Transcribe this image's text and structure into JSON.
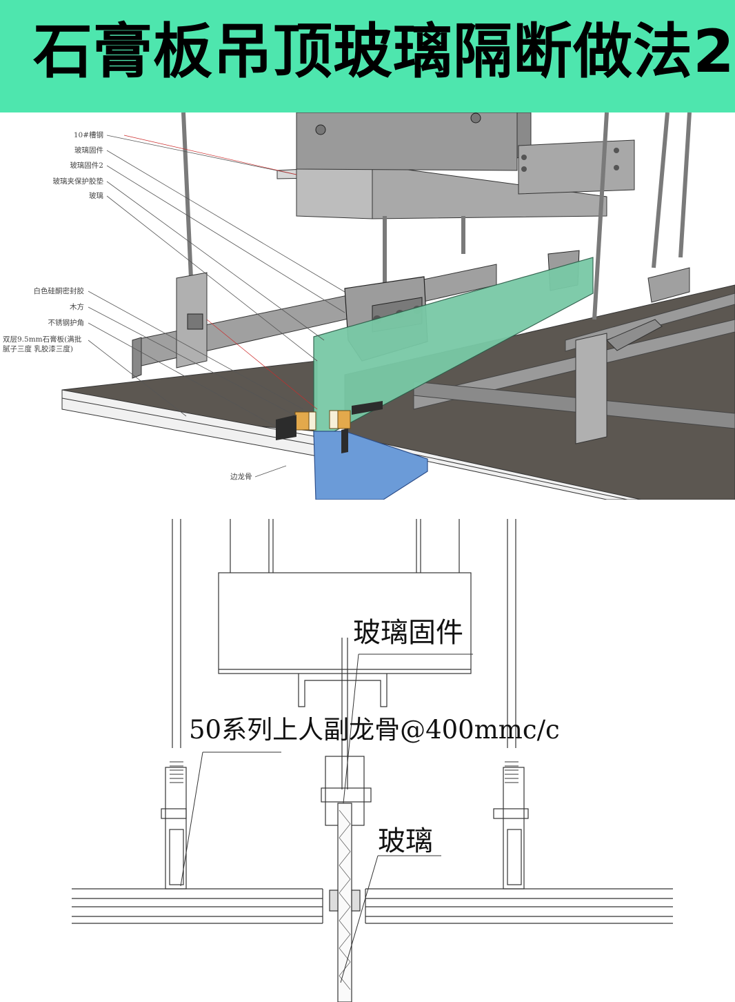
{
  "title": "石膏板吊顶玻璃隔断做法2",
  "iso_labels": {
    "channel_steel": "10#槽钢",
    "glass_fixing": "玻璃固件",
    "glass_fixing2": "玻璃固件2",
    "glass_clamp_pad": "玻璃夹保护胶垫",
    "glass": "玻璃",
    "sealant": "白色硅酮密封胶",
    "wood": "木方",
    "steel_angle": "不锈钢护角",
    "gypsum_line1": "双层9.5mm石膏板(满批",
    "gypsum_line2": "腻子三度 乳胶漆三度)",
    "edge_keel": "边龙骨"
  },
  "section_labels": {
    "glass_fixing": "玻璃固件",
    "keel": "50系列上人副龙骨@400mmc/c",
    "glass": "玻璃"
  },
  "colors": {
    "header_bg": "#4ee6ae",
    "steel": "#8e8e8e",
    "board": "#5a5550",
    "glass_green": "#79c9a6",
    "glass_blue": "#6b9bd8",
    "wood": "#e3a94c"
  }
}
